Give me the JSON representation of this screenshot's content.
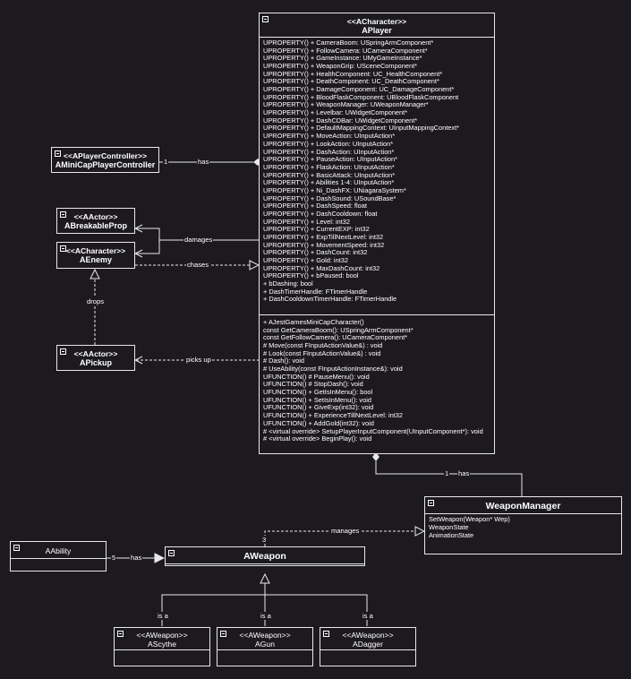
{
  "aplayer": {
    "stereotype": "<<ACharacter>>",
    "name": "APlayer",
    "attributes": [
      "UPROPERTY() + CameraBoom: USpringArmComponent*",
      "UPROPERTY() + FollowCamera: UCameraComponent*",
      "UPROPERTY() + GameInstance: UMyGameInstance*",
      "UPROPERTY() + WeaponGrip: USceneComponent*",
      "UPROPERTY() + HealthComponent: UC_HealthComponent*",
      "UPROPERTY() + DeathComponent: UC_DeathComponent*",
      "UPROPERTY() + DamageComponent: UC_DamageComponent*",
      "UPROPERTY() + BloodFlaskComponent: UBloodFlaskComponent",
      "UPROPERTY() + WeaponManager: UWeaponManager*",
      "UPROPERTY() + Levelbar: UWidgetComponent*",
      "UPROPERTY() + DashCDBar: UWidgetComponent*",
      "UPROPERTY() + DefaultMappingContext: UInputMappingContext*",
      "UPROPERTY() + MoveAction: UInputAction*",
      "UPROPERTY() + LookAction: UInputAction*",
      "UPROPERTY() + DashAction: UInputAction*",
      "UPROPERTY() + PauseAction: UInputAction*",
      "UPROPERTY() + FlaskAction: UInputAction*",
      "UPROPERTY() + BasicAttack: UInputAction*",
      "UPROPERTY() + Abilities 1-4: UInputAction*",
      "UPROPERTY() + Ni_DashFX: UNiagaraSystem*",
      "UPROPERTY() + DashSound: USoundBase*",
      "UPROPERTY() + DashSpeed: float",
      "UPROPERTY() + DashCooldown: float",
      "UPROPERTY() + Level: int32",
      "UPROPERTY() + CurrentEXP: int32",
      "UPROPERTY() + ExpTillNextLevel: int32",
      "UPROPERTY() + MovementSpeed: int32",
      "UPROPERTY() + DashCount: int32",
      "UPROPERTY() + Gold: int32",
      "UPROPERTY() + MaxDashCount: int32",
      "UPROPERTY() + bPaused: bool",
      "+ bDashing: bool",
      "+ DashTimerHandle: FTimerHandle",
      "+ DashCooldownTimerHandle: FTimerHandle"
    ],
    "methods": [
      "+ AJestGamesMiniCapCharacter()",
      "const GetCameraBoom(): USpringArmComponent*",
      "const GetFollowCamera(): UCameraComponent*",
      "# Move(const FInputActionValue&) : void",
      "# Look(const FInputActionValue&) : void",
      "# Dash(): void",
      "# UseAbility(const FInputActionInstance&): void",
      "UFUNCTION() # PauseMenu(): void",
      "UFUNCTION() # StopDash(): void",
      "UFUNCTION() + GetIsInMenu(): bool",
      "UFUNCTION() + SetIsInMenu(): void",
      "UFUNCTION() + GiveExp(int32): void",
      "UFUNCTION() + ExperienceTillNextLevel: int32",
      "UFUNCTION() + AddGold(int32): void",
      "# <virtual override> SetupPlayerInputComponent(UInputComponent*): void",
      "# <virtual override> BeginPlay(): void"
    ]
  },
  "controller": {
    "stereotype": "<<APlayerController>>",
    "name": "AMiniCapPlayerController"
  },
  "breakable": {
    "stereotype": "<<AActor>>",
    "name": "ABreakableProp"
  },
  "enemy": {
    "stereotype": "<<ACharacter>>",
    "name": "AEnemy"
  },
  "pickup": {
    "stereotype": "<<AActor>>",
    "name": "APickup"
  },
  "weaponmanager": {
    "name": "WeaponManager",
    "members": [
      "SetWeapon(Weapon* Wep)",
      "WeaponState",
      "AnimationState"
    ]
  },
  "ability": {
    "name": "AAbility"
  },
  "aweapon": {
    "name": "AWeapon"
  },
  "ascythe": {
    "stereotype": "<<AWeapon>>",
    "name": "AScythe"
  },
  "agun": {
    "stereotype": "<<AWeapon>>",
    "name": "AGun"
  },
  "adagger": {
    "stereotype": "<<AWeapon>>",
    "name": "ADagger"
  },
  "edges": {
    "controller_mult": "1",
    "controller_has": "has",
    "damages": "damages",
    "chases": "chases",
    "drops": "drops",
    "picks_up": "picks up",
    "wm_mult": "1",
    "wm_has": "has",
    "manages": "manages",
    "manages_mult": "3",
    "ability_mult": "5",
    "ability_has": "has",
    "isa_1": "is a",
    "isa_2": "is a",
    "isa_3": "is a"
  },
  "colors": {
    "background": "#1d1a1f",
    "line": "#e8e8e8",
    "text": "#ffffff"
  }
}
